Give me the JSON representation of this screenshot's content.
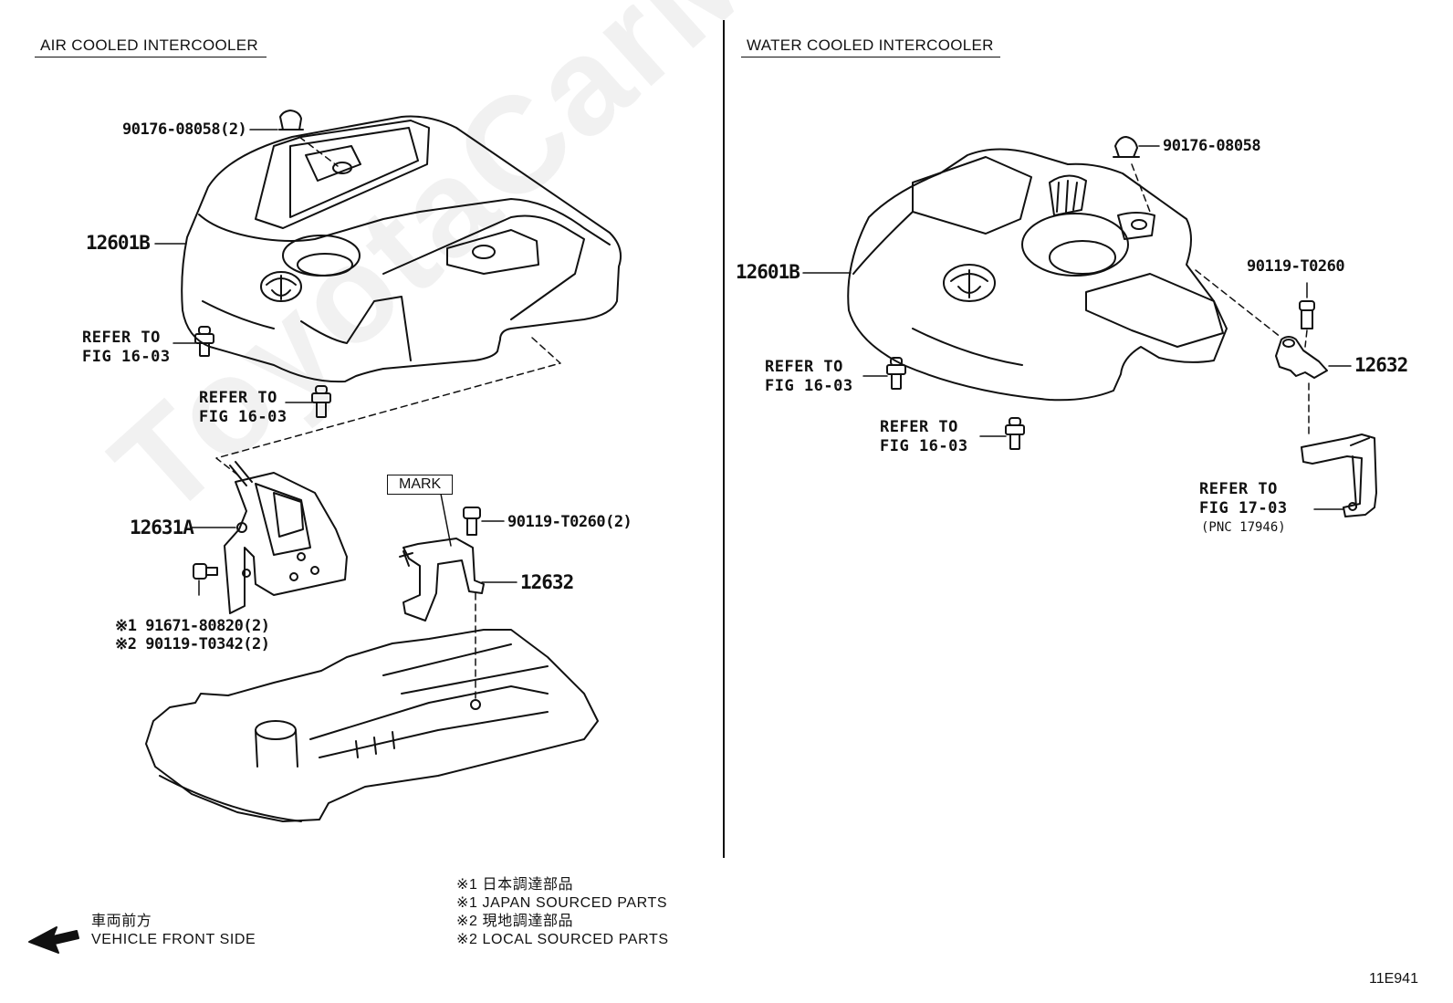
{
  "sections": {
    "left_title": "AIR COOLED INTERCOOLER",
    "right_title": "WATER COOLED INTERCOOLER"
  },
  "watermark": "ToyotaCarMine.ru",
  "left": {
    "clip_part": "90176-08058(2)",
    "cover_part": "12601B",
    "refer1_line1": "REFER TO",
    "refer1_line2": "FIG 16-03",
    "refer2_line1": "REFER TO",
    "refer2_line2": "FIG 16-03",
    "mark_label": "MARK",
    "bolt_part": "90119-T0260(2)",
    "bracket_a_part": "12631A",
    "bracket_b_part": "12632",
    "note_bolt_1": "※1 91671-80820(2)",
    "note_bolt_2": "※2 90119-T0342(2)"
  },
  "right": {
    "clip_part": "90176-08058",
    "cover_part": "12601B",
    "bolt_part": "90119-T0260",
    "bracket_part": "12632",
    "refer1_line1": "REFER TO",
    "refer1_line2": "FIG 16-03",
    "refer2_line1": "REFER TO",
    "refer2_line2": "FIG 16-03",
    "refer3_line1": "REFER TO",
    "refer3_line2": "FIG 17-03",
    "pnc": "(PNC 17946)"
  },
  "legend": {
    "line1": "※1  日本調達部品",
    "line2": "※1  JAPAN SOURCED PARTS",
    "line3": "※2  現地調達部品",
    "line4": "※2  LOCAL SOURCED PARTS"
  },
  "direction": {
    "jp": "車両前方",
    "en": "VEHICLE FRONT SIDE"
  },
  "figure_id": "11E941"
}
